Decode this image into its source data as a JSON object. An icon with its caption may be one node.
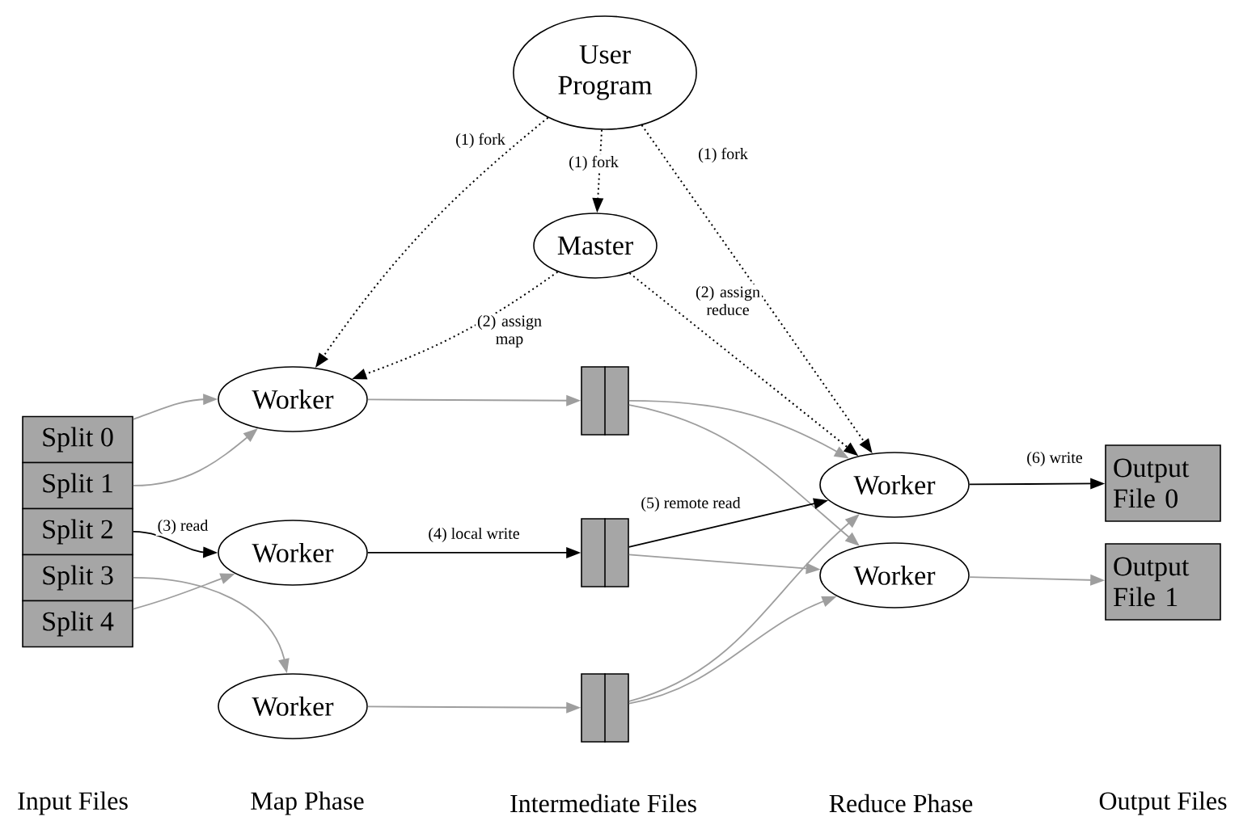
{
  "diagram": {
    "nodes": [
      {
        "text": [
          "User Program"
        ]
      },
      {
        "text": [
          "Master"
        ]
      },
      {
        "text": [
          "Worker"
        ]
      },
      {
        "text": [
          "Worker"
        ]
      },
      {
        "text": [
          "Worker"
        ]
      },
      {
        "text": [
          "Worker"
        ]
      },
      {
        "text": [
          "Worker"
        ]
      },
      {
        "text": [
          "Split 0"
        ]
      },
      {
        "text": [
          "Split 1"
        ]
      },
      {
        "text": [
          "Split 2"
        ]
      },
      {
        "text": [
          "Split 3"
        ]
      },
      {
        "text": [
          "Split 4"
        ]
      },
      {
        "text": [],
        "shape": "box"
      },
      {
        "text": [],
        "shape": "box"
      },
      {
        "text": [],
        "shape": "box"
      },
      {
        "text": [
          "Output File 0"
        ]
      },
      {
        "text": [
          "Output File 1"
        ]
      }
    ],
    "edges": [
      {
        "from": 0,
        "to": 2,
        "arrow": "to",
        "label": "(1) fork",
        "style": "dashed",
        "color": "#000000"
      },
      {
        "from": 0,
        "to": 1,
        "arrow": "to",
        "label": "(1) fork",
        "style": "dashed",
        "color": "#000000"
      },
      {
        "from": 0,
        "to": 5,
        "arrow": "to",
        "label": "(1) fork",
        "style": "dashed",
        "color": "#000000"
      },
      {
        "from": 1,
        "to": 2,
        "arrow": "to",
        "label": "(2) assign map",
        "style": "dashed",
        "color": "#000000"
      },
      {
        "from": 1,
        "to": 5,
        "arrow": "to",
        "label": "(2) assign reduce",
        "style": "dashed",
        "color": "#000000"
      },
      {
        "from": 7,
        "to": 2,
        "arrow": "to"
      },
      {
        "from": 8,
        "to": 2,
        "arrow": "to"
      },
      {
        "from": 9,
        "to": 3,
        "arrow": "to",
        "label": "(3) read",
        "color": "#000000"
      },
      {
        "from": 10,
        "to": 4,
        "arrow": "to"
      },
      {
        "from": 11,
        "to": 3,
        "arrow": "to"
      },
      {
        "from": 2,
        "to": 12,
        "arrow": "to"
      },
      {
        "from": 3,
        "to": 13,
        "arrow": "to",
        "label": "(4) local write",
        "color": "#000000"
      },
      {
        "from": 4,
        "to": 14,
        "arrow": "to"
      },
      {
        "from": 12,
        "to": 5,
        "arrow": "to"
      },
      {
        "from": 12,
        "to": 6,
        "arrow": "to"
      },
      {
        "from": 13,
        "to": 5,
        "arrow": "to",
        "label": "(5) remote read",
        "color": "#000000"
      },
      {
        "from": 13,
        "to": 6,
        "arrow": "to"
      },
      {
        "from": 14,
        "to": 5,
        "arrow": "to"
      },
      {
        "from": 14,
        "to": 6,
        "arrow": "to"
      },
      {
        "from": 5,
        "to": 15,
        "arrow": "to",
        "label": "(6) write",
        "color": "#000000"
      },
      {
        "from": 6,
        "to": 16,
        "arrow": "to"
      }
    ],
    "labels": [
      "Input Files",
      "Map Phase",
      "Intermediate Files",
      "Reduce Phase",
      "Output Files"
    ]
  }
}
